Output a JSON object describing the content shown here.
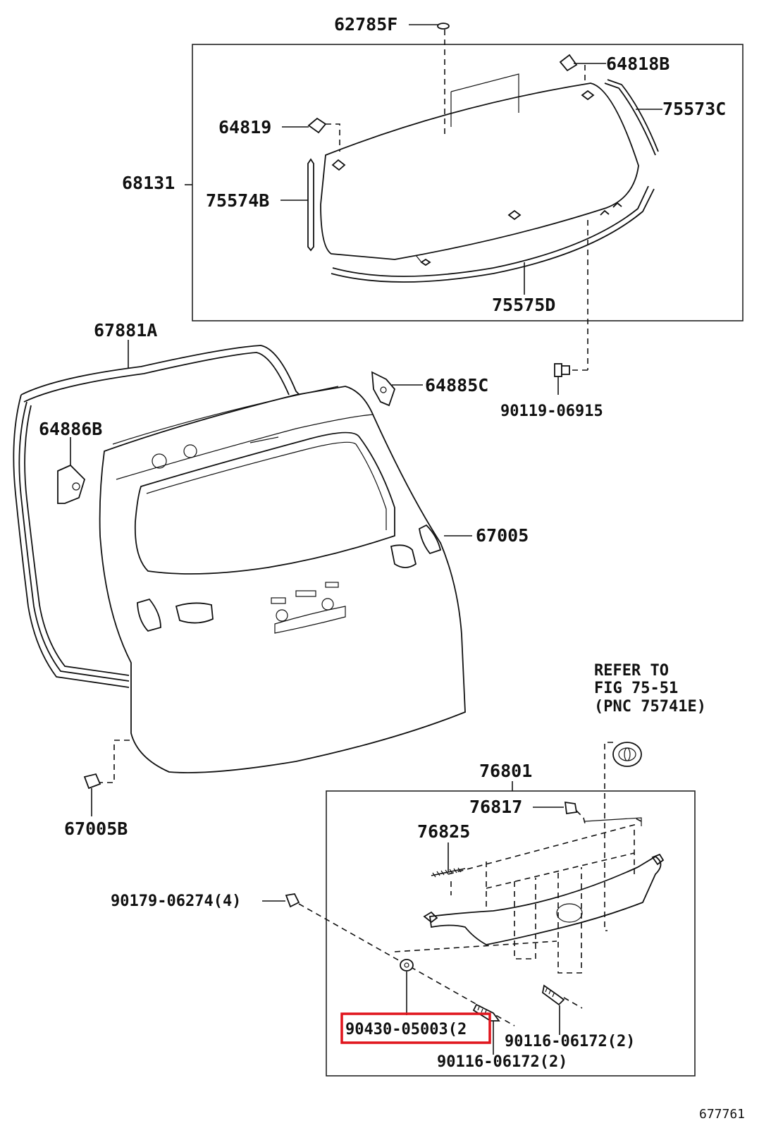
{
  "labels": {
    "p62785F": "62785F",
    "p64818B": "64818B",
    "p75573C": "75573C",
    "p64819": "64819",
    "p68131": "68131",
    "p75574B": "75574B",
    "p75575D": "75575D",
    "p67881A": "67881A",
    "p64885C": "64885C",
    "p90119": "90119-06915",
    "p64886B": "64886B",
    "p67005": "67005",
    "p67005B": "67005B",
    "refer1": "REFER TO",
    "refer2": "FIG 75-51",
    "refer3": "(PNC 75741E)",
    "p76801": "76801",
    "p76817": "76817",
    "p76825": "76825",
    "p90179": "90179-06274(4)",
    "p90430": "90430-05003(2",
    "p90116a": "90116-06172(2)",
    "p90116b": "90116-06172(2)",
    "figno": "677761"
  },
  "highlight": {
    "target": "90430-05003(2",
    "color": "#e0141c"
  }
}
